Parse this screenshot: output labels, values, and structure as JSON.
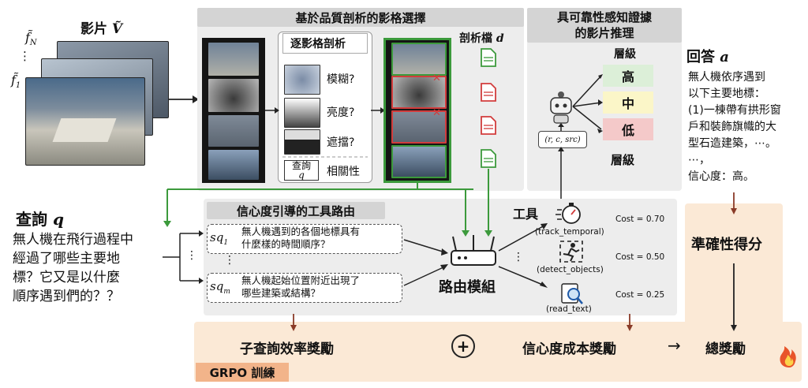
{
  "video": {
    "label": "影片",
    "symbol": "Ṽ",
    "frame_top": "f̃",
    "frame_top_sub": "N",
    "frame_bottom": "f̃",
    "frame_bottom_sub": "1",
    "dots": "⋮"
  },
  "frame_selection": {
    "title": "基於品質剖析的影格選擇",
    "profiling_title": "逐影格剖析",
    "checks": [
      "模糊?",
      "亮度?",
      "遮擋?",
      "相關性"
    ],
    "query_box": "查詢",
    "query_sub": "q",
    "profile_label": "剖析檔",
    "profile_symbol": "d"
  },
  "reasoning": {
    "title_line1": "具可靠性感知證據",
    "title_line2": "的影片推理",
    "levels_title": "層級",
    "levels": [
      "高",
      "中",
      "低"
    ],
    "levels_footer": "層級",
    "tuple": "(r, c, src)"
  },
  "answer": {
    "title": "回答",
    "symbol": "a",
    "lines": [
      "無人機依序遇到",
      "以下主要地標：",
      "(1)一棟帶有拱形窗",
      "戶和裝飾旗幟的大",
      "型石造建築，⋯。",
      "⋯，",
      "信心度：高。"
    ]
  },
  "query": {
    "title": "查詢",
    "symbol": "q",
    "lines": [
      "無人機在飛行過程中",
      "經過了哪些主要地",
      "標？它又是以什麼",
      "順序遇到們的？？"
    ]
  },
  "routing": {
    "title": "信心度引導的工具路由",
    "sq1_label": "sq",
    "sq1_sub": "1",
    "sq1_lines": [
      "無人機遇到的各個地標具有",
      "什麼樣的時間順序？"
    ],
    "sqm_label": "sq",
    "sqm_sub": "m",
    "sqm_lines": [
      "無人機起始位置附近出現了",
      "哪些建築或結構？"
    ],
    "dots": "⋮",
    "router_label": "路由模組",
    "tools_label": "工具",
    "tools": [
      {
        "name": "(track_temporal)",
        "cost": "Cost = 0.70",
        "icon": "stopwatch-icon"
      },
      {
        "name": "(detect_objects)",
        "cost": "Cost = 0.50",
        "icon": "running-person-icon"
      },
      {
        "name": "(read_text)",
        "cost": "Cost = 0.25",
        "icon": "magnifier-icon"
      }
    ],
    "tools_dots": "⋮"
  },
  "rewards": {
    "accuracy": "準確性得分",
    "subquery": "子查詢效率獎勵",
    "plus": "+",
    "confidence": "信心度成本獎勵",
    "arrow": "→",
    "total": "總獎勵",
    "training": "GRPO 訓練"
  },
  "colors": {
    "panel": "#ededed",
    "header": "#d4d4d4",
    "green": "#3c9a3c",
    "red": "#d23c3c",
    "peach": "#fbe9d6",
    "level_high": "#dcefd8",
    "level_mid": "#fbf6c8",
    "level_low": "#f4c9c9",
    "arrow_brown": "#8a3b28"
  }
}
